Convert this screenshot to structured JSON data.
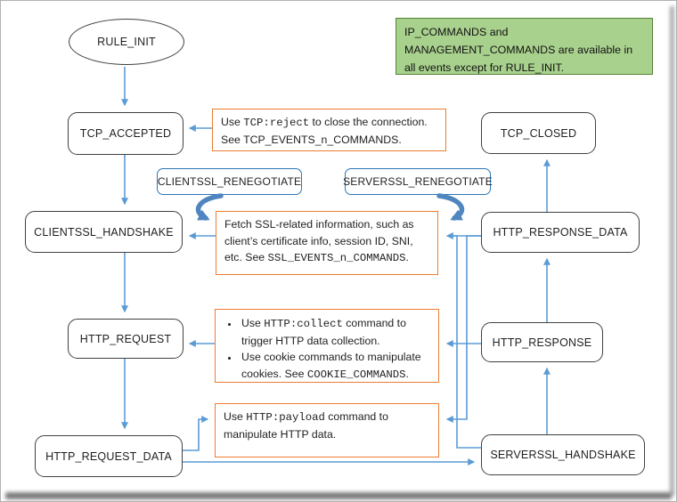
{
  "diagram": {
    "title_hint": "BIG-IP event flow diagram",
    "nodes": {
      "rule_init": {
        "label": "RULE_INIT",
        "shape": "ellipse"
      },
      "tcp_accepted": {
        "label": "TCP_ACCEPTED",
        "shape": "rounded-rect"
      },
      "clientssl_handshake": {
        "label": "CLIENTSSL_HANDSHAKE",
        "shape": "rounded-rect"
      },
      "http_request": {
        "label": "HTTP_REQUEST",
        "shape": "rounded-rect"
      },
      "http_request_data": {
        "label": "HTTP_REQUEST_DATA",
        "shape": "rounded-rect"
      },
      "tcp_closed": {
        "label": "TCP_CLOSED",
        "shape": "rounded-rect"
      },
      "http_response_data": {
        "label": "HTTP_RESPONSE_DATA",
        "shape": "rounded-rect"
      },
      "http_response": {
        "label": "HTTP_RESPONSE",
        "shape": "rounded-rect"
      },
      "serverssl_handshake": {
        "label": "SERVERSSL_HANDSHAKE",
        "shape": "rounded-rect"
      },
      "clientssl_renegotiate": {
        "label": "CLIENTSSL_RENEGOTIATE",
        "shape": "rounded-rect-blue"
      },
      "serverssl_renegotiate": {
        "label": "SERVERSSL_RENEGOTIATE",
        "shape": "rounded-rect-blue"
      }
    },
    "notes": {
      "tcp": {
        "pre": "Use ",
        "code": "TCP:reject",
        "post": " to close the connection. See TCP_EVENTS_n_COMMANDS."
      },
      "ssl": {
        "pre": "Fetch SSL-related information, such as client’s certificate info, session ID, SNI, etc. See ",
        "code": "SSL_EVENTS_n_COMMANDS",
        "post": "."
      },
      "http_collect": {
        "bullets": [
          {
            "pre": "Use ",
            "code": "HTTP:collect",
            "post": " command to trigger HTTP data collection."
          },
          {
            "pre": "Use cookie commands to manipulate cookies. See ",
            "code": "COOKIE_COMMANDS",
            "post": "."
          }
        ]
      },
      "http_payload": {
        "pre": "Use ",
        "code": "HTTP:payload",
        "post": " command to manipulate HTTP data."
      }
    },
    "callout": {
      "text": "IP_COMMANDS and MANAGEMENT_COMMANDS are available in all events except for RULE_INIT."
    },
    "edges": [
      {
        "from": "RULE_INIT",
        "to": "TCP_ACCEPTED"
      },
      {
        "from": "TCP_ACCEPTED",
        "to": "CLIENTSSL_HANDSHAKE"
      },
      {
        "from": "CLIENTSSL_HANDSHAKE",
        "to": "HTTP_REQUEST"
      },
      {
        "from": "HTTP_REQUEST",
        "to": "HTTP_REQUEST_DATA"
      },
      {
        "from": "HTTP_REQUEST_DATA",
        "to": "SERVERSSL_HANDSHAKE"
      },
      {
        "from": "SERVERSSL_HANDSHAKE",
        "to": "HTTP_RESPONSE"
      },
      {
        "from": "HTTP_RESPONSE",
        "to": "HTTP_RESPONSE_DATA"
      },
      {
        "from": "HTTP_RESPONSE_DATA",
        "to": "TCP_CLOSED"
      },
      {
        "from": "note_tcp",
        "to": "TCP_ACCEPTED"
      },
      {
        "from": "note_ssl",
        "to": "CLIENTSSL_HANDSHAKE"
      },
      {
        "from": "note_http_collect",
        "to": "HTTP_REQUEST"
      },
      {
        "from": "HTTP_REQUEST_DATA",
        "to": "note_http_payload"
      },
      {
        "from": "HTTP_RESPONSE_DATA",
        "to": "note_ssl"
      },
      {
        "from": "SERVERSSL_HANDSHAKE",
        "to": "note_ssl"
      },
      {
        "from": "HTTP_RESPONSE",
        "to": "note_http_collect"
      },
      {
        "from": "HTTP_RESPONSE_DATA",
        "to": "note_http_payload"
      },
      {
        "from": "CLIENTSSL_RENEGOTIATE",
        "to": "note_ssl",
        "style": "thick-loop"
      },
      {
        "from": "SERVERSSL_RENEGOTIATE",
        "to": "note_ssl",
        "style": "thick-loop"
      }
    ],
    "colors": {
      "arrow_blue": "#5b9bd5",
      "loop_arrow_blue": "#4f86c0",
      "note_border_orange": "#ed7d31",
      "callout_fill_green": "#a9d18e",
      "callout_border_green": "#548235",
      "node_border": "#404040",
      "renegotiate_border": "#2e75b6"
    }
  }
}
